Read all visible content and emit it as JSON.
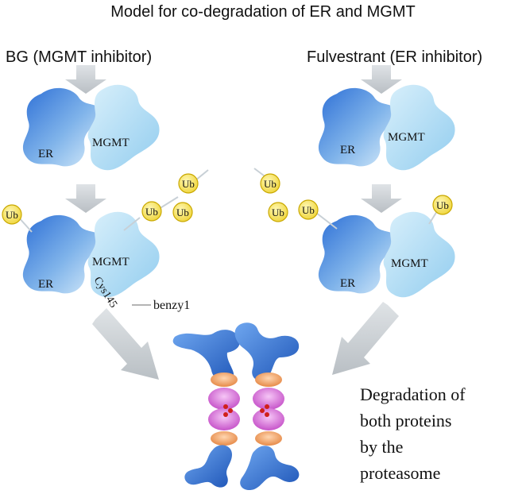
{
  "title": "Model for co-degradation of ER and MGMT",
  "left": {
    "header": "BG (MGMT inhibitor)",
    "top_complex": {
      "er": "ER",
      "mgmt": "MGMT"
    },
    "bottom_complex": {
      "er": "ER",
      "mgmt": "MGMT"
    },
    "ub_labels": [
      "Ub",
      "Ub",
      "Ub",
      "Ub"
    ],
    "residue": "Cys145",
    "adduct": "benzy1"
  },
  "right": {
    "header": "Fulvestrant (ER inhibitor)",
    "top_complex": {
      "er": "ER",
      "mgmt": "MGMT"
    },
    "bottom_complex": {
      "er": "ER",
      "mgmt": "MGMT"
    },
    "ub_labels": [
      "Ub",
      "Ub",
      "Ub",
      "Ub"
    ]
  },
  "result_lines": [
    "Degradation of",
    "both proteins",
    "by the",
    "proteasome"
  ],
  "colors": {
    "er_dark": "#1e5fc4",
    "er_light": "#bfe0f7",
    "mgmt": "#a9dcf3",
    "ub_fill": "#f2dd4a",
    "ub_stroke": "#c9a800",
    "arrow": "#c7ccd0",
    "proteasome_blue": "#2a64c8",
    "proteasome_pink": "#d86ad8",
    "proteasome_orange": "#f0a26a"
  }
}
